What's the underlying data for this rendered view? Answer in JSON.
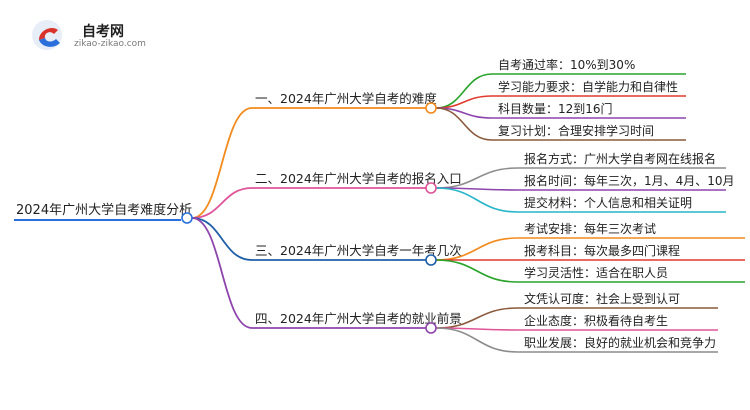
{
  "logo": {
    "title": "自考网",
    "url": "zikao-zikao.com"
  },
  "root": {
    "label": "2024年广州大学自考难度分析",
    "color": "#2a6fdb"
  },
  "branches": [
    {
      "label": "一、2024年广州大学自考的难度",
      "color": "#f28a1c",
      "leaves": [
        {
          "label": "自考通过率：10%到30%",
          "color": "#29a329"
        },
        {
          "label": "学习能力要求：自学能力和自律性",
          "color": "#e03a2f"
        },
        {
          "label": "科目数量：12到16门",
          "color": "#8e44ad"
        },
        {
          "label": "复习计划：合理安排学习时间",
          "color": "#8b5a3c"
        }
      ]
    },
    {
      "label": "二、2024年广州大学自考的报名入口",
      "color": "#e0559a",
      "leaves": [
        {
          "label": "报名方式：广州大学自考网在线报名",
          "color": "#8c8c8c"
        },
        {
          "label": "报名时间：每年三次，1月、4月、10月",
          "color": "#8e44ad"
        },
        {
          "label": "提交材料：个人信息和相关证明",
          "color": "#26b5c9"
        }
      ]
    },
    {
      "label": "三、2024年广州大学自考一年考几次",
      "color": "#1f5fa8",
      "leaves": [
        {
          "label": "考试安排：每年三次考试",
          "color": "#f28a1c"
        },
        {
          "label": "报考科目：每次最多四门课程",
          "color": "#e03a2f"
        },
        {
          "label": "学习灵活性：适合在职人员",
          "color": "#29a329"
        }
      ]
    },
    {
      "label": "四、2024年广州大学自考的就业前景",
      "color": "#8e44ad",
      "leaves": [
        {
          "label": "文凭认可度：社会上受到认可",
          "color": "#8b5a3c"
        },
        {
          "label": "企业态度：积极看待自考生",
          "color": "#e0559a"
        },
        {
          "label": "职业发展：良好的就业机会和竞争力",
          "color": "#8c8c8c"
        }
      ]
    }
  ]
}
